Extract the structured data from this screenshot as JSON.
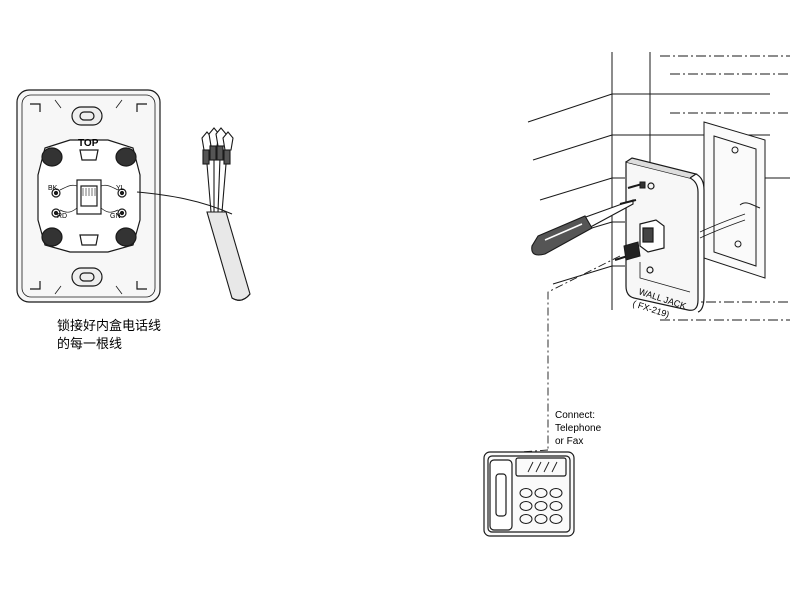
{
  "left_panel": {
    "top_label": "TOP",
    "terminal_labels": {
      "bk": "BK",
      "rd": "RD",
      "yl": "YL",
      "gn": "GN"
    },
    "caption_line1": "锁接好内盒电话线",
    "caption_line2": "的每一根线"
  },
  "right_panel": {
    "wall_jack_label": "WALL JACK",
    "model_label": "( FX-219)",
    "connect_line1": "Connect:",
    "connect_line2": "Telephone",
    "connect_line3": "or Fax"
  },
  "colors": {
    "line": "#1a1a1a",
    "panel": "#f4f4f4",
    "shade": "#d8d8d8"
  }
}
